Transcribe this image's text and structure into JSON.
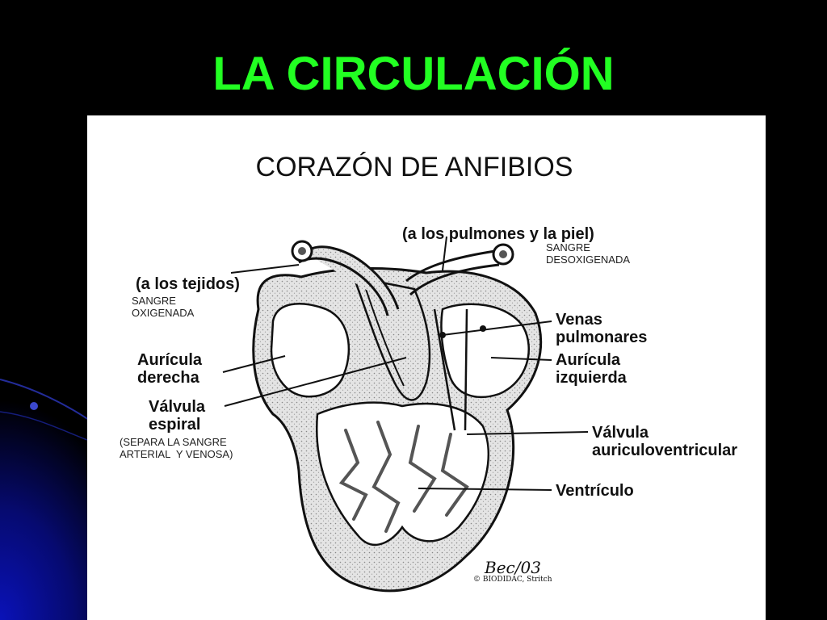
{
  "slide": {
    "title": "LA CIRCULACIÓN",
    "colors": {
      "background": "#000000",
      "title": "#22ff22",
      "accent": "#0a12a8",
      "panel": "#ffffff"
    }
  },
  "diagram": {
    "title": "CORAZÓN DE ANFIBIOS",
    "labels": {
      "to_lungs_skin": "(a los pulmones y la piel)",
      "to_tissues": "(a los tejidos)",
      "pulmonary_veins": "Venas\npulmonares",
      "right_atrium": "Aurícula\nderecha",
      "left_atrium": "Aurícula\nizquierda",
      "spiral_valve": "Válvula\nespiral",
      "av_valve": "Válvula\nauriculoventricular",
      "ventricle": "Ventrículo"
    },
    "notes": {
      "deoxygenated": "SANGRE\nDESOXIGENADA",
      "oxygenated": "SANGRE\nOXIGENADA",
      "separates": "(SEPARA LA SANGRE\nARTERIAL  Y VENOSA)"
    },
    "signature": "Bec/03",
    "credit": "© BIODIDAC, Stritch"
  }
}
